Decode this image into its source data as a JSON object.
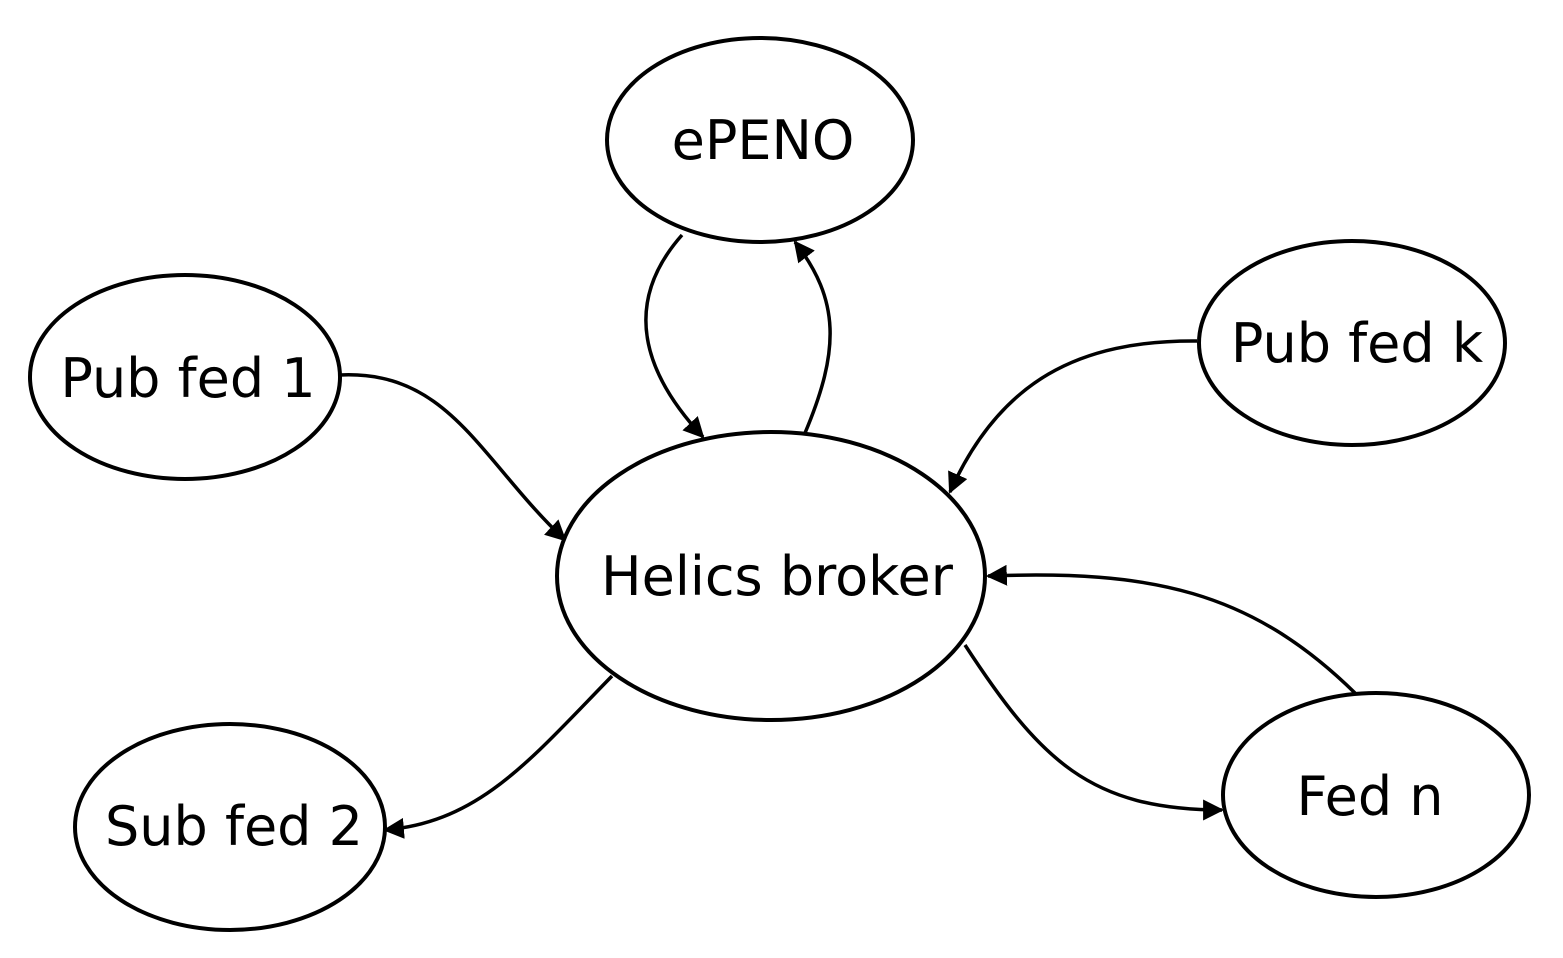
{
  "diagram": {
    "nodes": {
      "epeno": {
        "label": "ePENO"
      },
      "pub_fed_1": {
        "label": "Pub fed 1"
      },
      "pub_fed_k": {
        "label": "Pub fed k"
      },
      "helics_broker": {
        "label": "Helics broker"
      },
      "sub_fed_2": {
        "label": "Sub fed 2"
      },
      "fed_n": {
        "label": "Fed n"
      }
    },
    "edges": [
      {
        "from": "Pub fed 1",
        "to": "Helics broker"
      },
      {
        "from": "Pub fed k",
        "to": "Helics broker"
      },
      {
        "from": "ePENO",
        "to": "Helics broker"
      },
      {
        "from": "Helics broker",
        "to": "ePENO"
      },
      {
        "from": "Helics broker",
        "to": "Sub fed 2"
      },
      {
        "from": "Helics broker",
        "to": "Fed n"
      },
      {
        "from": "Fed n",
        "to": "Helics broker"
      }
    ]
  }
}
